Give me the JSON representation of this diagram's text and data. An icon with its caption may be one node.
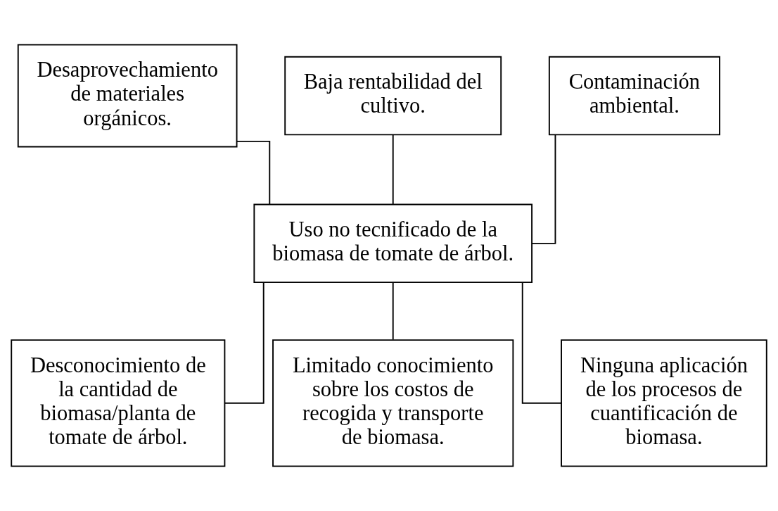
{
  "diagram": {
    "nodes": [
      {
        "text": [
          "Desaprovechamiento de materiales orgánicos."
        ]
      },
      {
        "text": [
          "Baja rentabilidad del cultivo."
        ]
      },
      {
        "text": [
          "Contaminación ambiental."
        ]
      },
      {
        "text": [
          "Uso no tecnificado de la biomasa de tomate de árbol."
        ]
      },
      {
        "text": [
          "Desconocimiento de la cantidad de biomasa/planta de tomate de árbol."
        ]
      },
      {
        "text": [
          "Limitado conocimiento sobre los costos de recogida y transporte de biomasa."
        ]
      },
      {
        "text": [
          "Ninguna aplicación de los procesos de cuantificación de biomasa."
        ]
      }
    ],
    "edges": [
      {
        "from": 0,
        "to": 3,
        "arrow": "none"
      },
      {
        "from": 1,
        "to": 3,
        "arrow": "none"
      },
      {
        "from": 2,
        "to": 3,
        "arrow": "none"
      },
      {
        "from": 3,
        "to": 4,
        "arrow": "none"
      },
      {
        "from": 3,
        "to": 5,
        "arrow": "none"
      },
      {
        "from": 3,
        "to": 6,
        "arrow": "none"
      }
    ]
  }
}
